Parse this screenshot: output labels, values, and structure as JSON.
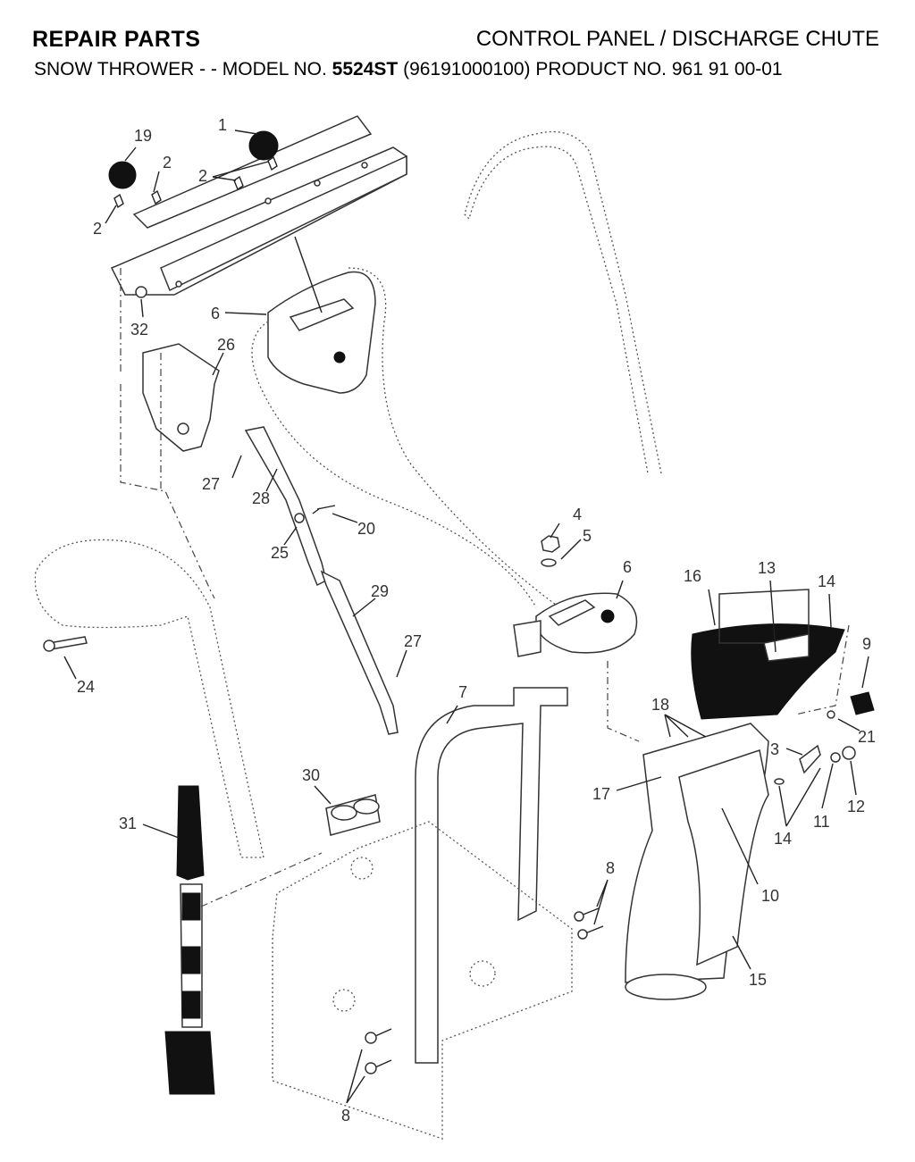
{
  "header": {
    "left_title": "REPAIR PARTS",
    "right_title": "CONTROL PANEL / DISCHARGE CHUTE",
    "subtitle_prefix": "SNOW THROWER - - MODEL NO.",
    "model_no": "5524ST",
    "subtitle_suffix": "(96191000100) PRODUCT NO. 961 91 00-01"
  },
  "callouts": {
    "c1": "1",
    "c2a": "2",
    "c2b": "2",
    "c2c": "2",
    "c3": "3",
    "c4": "4",
    "c5": "5",
    "c6a": "6",
    "c6b": "6",
    "c7": "7",
    "c8a": "8",
    "c8b": "8",
    "c9": "9",
    "c10": "10",
    "c11": "11",
    "c12": "12",
    "c13": "13",
    "c14a": "14",
    "c14b": "14",
    "c15": "15",
    "c16": "16",
    "c17": "17",
    "c18": "18",
    "c19": "19",
    "c20": "20",
    "c21": "21",
    "c24": "24",
    "c25": "25",
    "c26": "26",
    "c27a": "27",
    "c27b": "27",
    "c28": "28",
    "c29": "29",
    "c30": "30",
    "c31": "31",
    "c32": "32"
  }
}
